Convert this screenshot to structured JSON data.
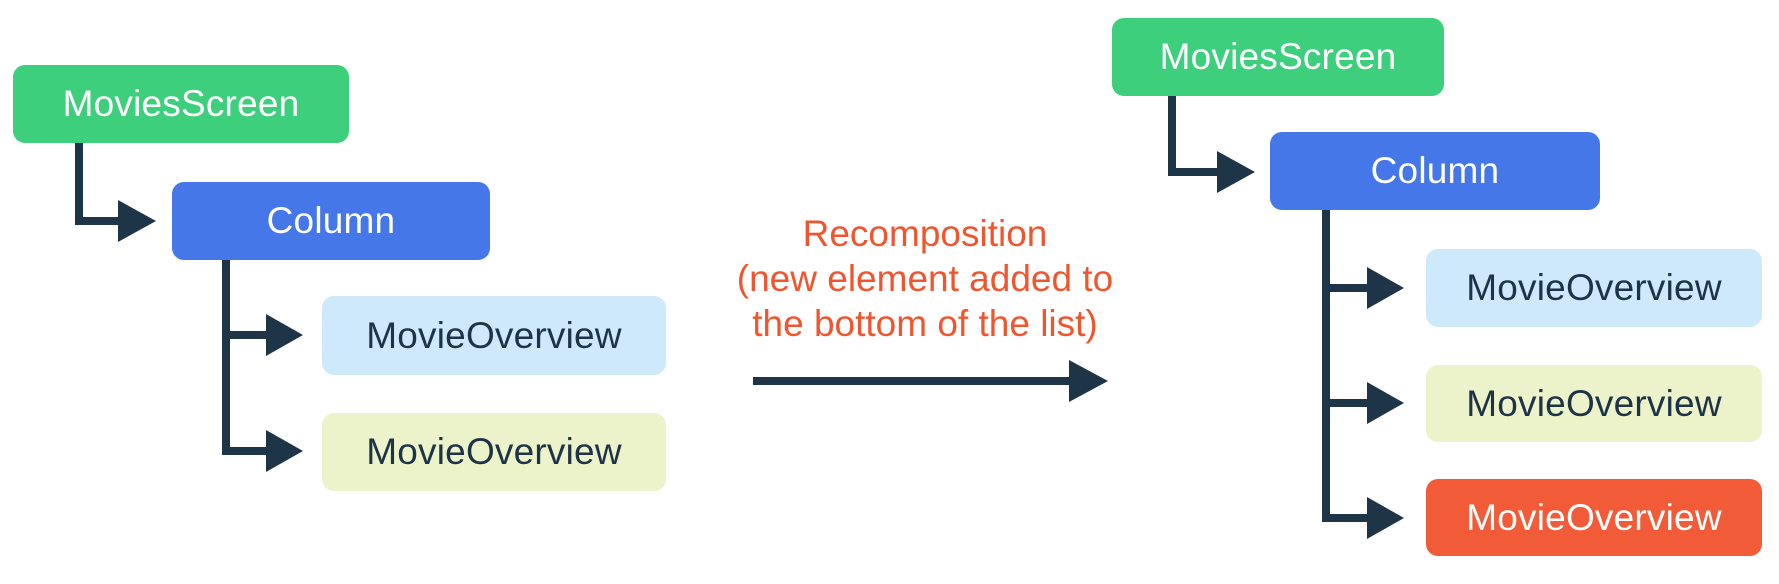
{
  "colors": {
    "node_green": "#3ecf7d",
    "node_blue": "#4577e8",
    "node_light_blue": "#cfe9fc",
    "node_light_yellow": "#ecf2c9",
    "node_orange": "#f25b38",
    "annotation_orange": "#f1552e",
    "connector_navy": "#1e3447",
    "label_on_dark": "#ffffff",
    "label_on_light": "#1d3448"
  },
  "left_tree": {
    "root": {
      "label": "MoviesScreen",
      "color": "node_green"
    },
    "container": {
      "label": "Column",
      "color": "node_blue"
    },
    "children": [
      {
        "label": "MovieOverview",
        "color": "node_light_blue"
      },
      {
        "label": "MovieOverview",
        "color": "node_light_yellow"
      }
    ]
  },
  "annotation": {
    "lines": [
      "Recomposition",
      "(new element added to",
      "the bottom of the list)"
    ]
  },
  "right_tree": {
    "root": {
      "label": "MoviesScreen",
      "color": "node_green"
    },
    "container": {
      "label": "Column",
      "color": "node_blue"
    },
    "children": [
      {
        "label": "MovieOverview",
        "color": "node_light_blue"
      },
      {
        "label": "MovieOverview",
        "color": "node_light_yellow"
      },
      {
        "label": "MovieOverview",
        "color": "node_orange"
      }
    ]
  }
}
